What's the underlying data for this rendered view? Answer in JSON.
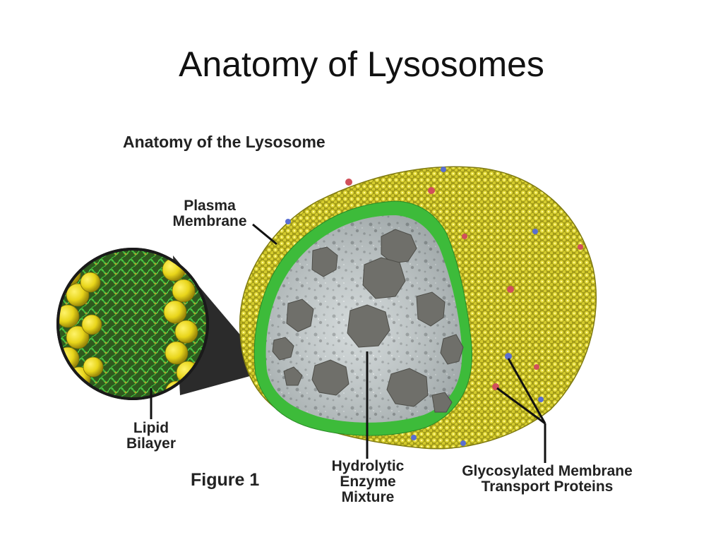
{
  "slide": {
    "title": "Anatomy of Lysosomes"
  },
  "figure": {
    "title": "Anatomy of the Lysosome",
    "caption": "Figure 1",
    "labels": {
      "plasma_line1": "Plasma",
      "plasma_line2": "Membrane",
      "lipid_line1": "Lipid",
      "lipid_line2": "Bilayer",
      "hydro_line1": "Hydrolytic",
      "hydro_line2": "Enzyme",
      "hydro_line3": "Mixture",
      "glyco_line1": "Glycosylated Membrane",
      "glyco_line2": "Transport Proteins"
    }
  },
  "colors": {
    "membrane_yellow": "#c9c028",
    "membrane_dark": "#8d8a12",
    "bilayer_green": "#3cb43c",
    "lumen_gray": "#b9c2c4",
    "enzyme_gray": "#7c7c78",
    "protein_red": "#d0505a",
    "protein_blue": "#5a6fd0"
  }
}
